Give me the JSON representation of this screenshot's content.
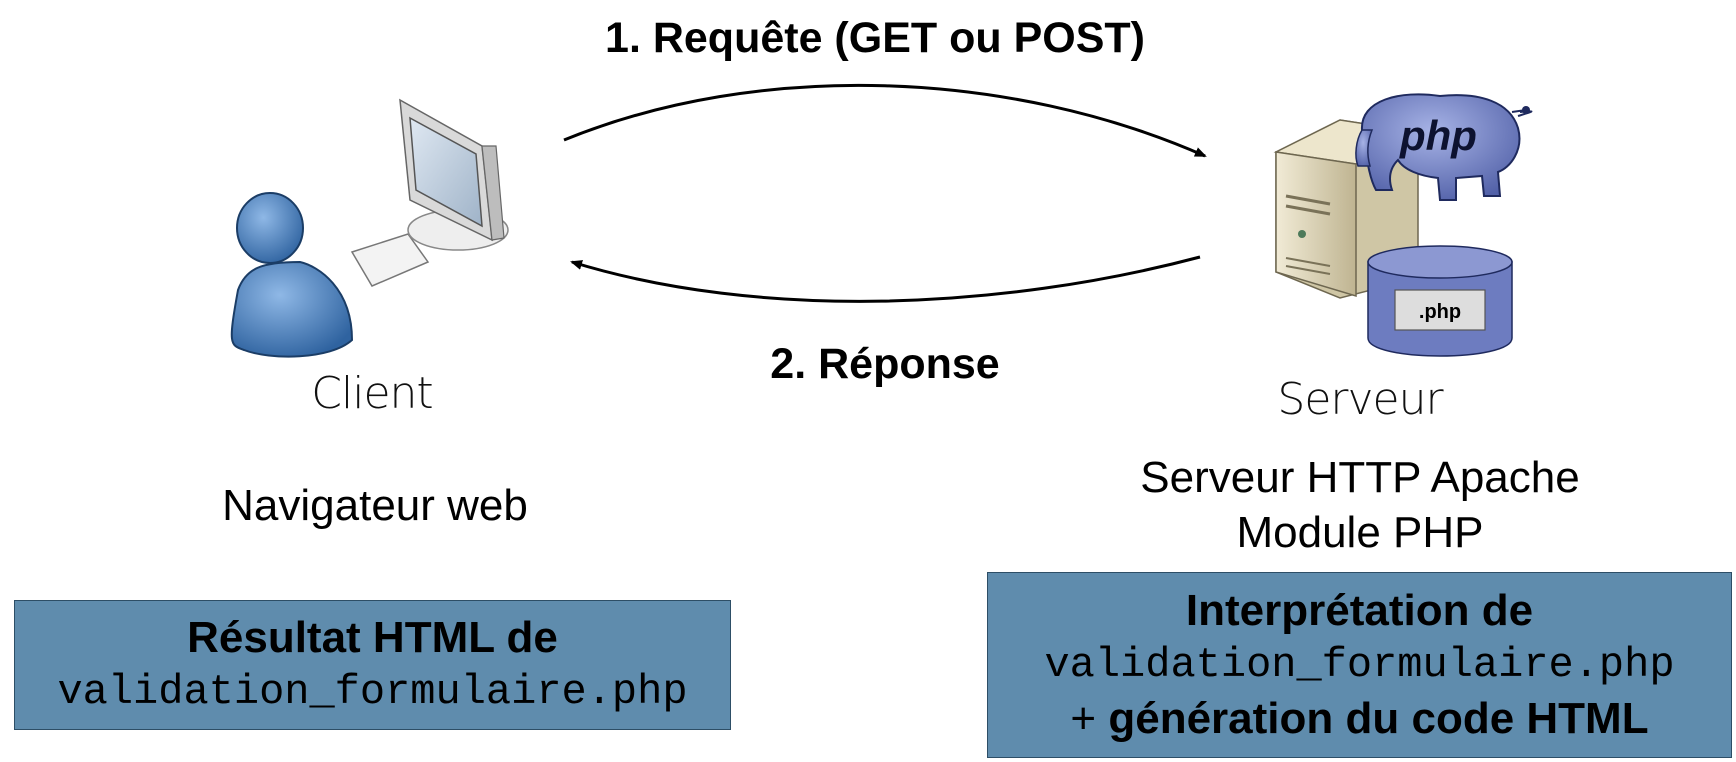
{
  "request": {
    "label": "1. Requête (GET ou POST)"
  },
  "response": {
    "label": "2. Réponse"
  },
  "client": {
    "label": "Client",
    "description": "Navigateur web",
    "result_box": {
      "line1": "Résultat HTML de",
      "line2": "validation_formulaire.php"
    }
  },
  "server": {
    "label": "Serveur",
    "description_line1": "Serveur HTTP Apache",
    "description_line2": "Module PHP",
    "php_logo_text": "php",
    "file_label": ".php",
    "process_box": {
      "line1": "Interprétation de",
      "line2": "validation_formulaire.php",
      "line3_prefix": "+ ",
      "line3_bold": "génération du code HTML"
    }
  },
  "colors": {
    "box_fill": "#5f8cad",
    "user_blue": "#4a7fbd",
    "php_purple": "#6d7cc0"
  }
}
